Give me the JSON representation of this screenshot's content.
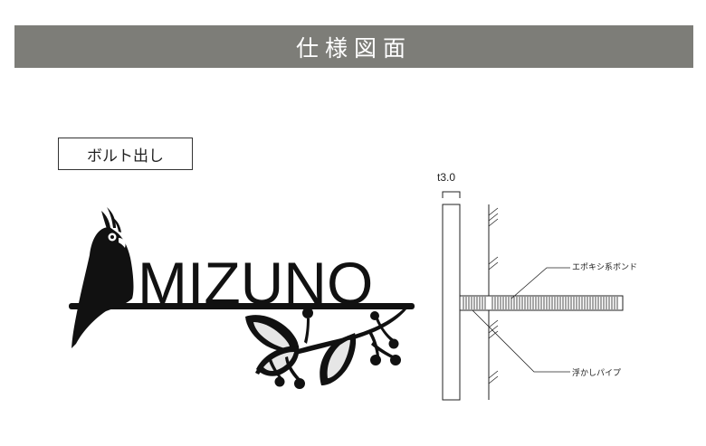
{
  "header": {
    "title": "仕様図面",
    "bg_color": "#7d7d78"
  },
  "mount_label": "ボルト出し",
  "sign": {
    "name": "MIZUNO"
  },
  "diagram": {
    "thickness": "t3.0",
    "adhesive_label": "エポキシ系ボンド",
    "pipe_label": "浮かしパイプ"
  }
}
